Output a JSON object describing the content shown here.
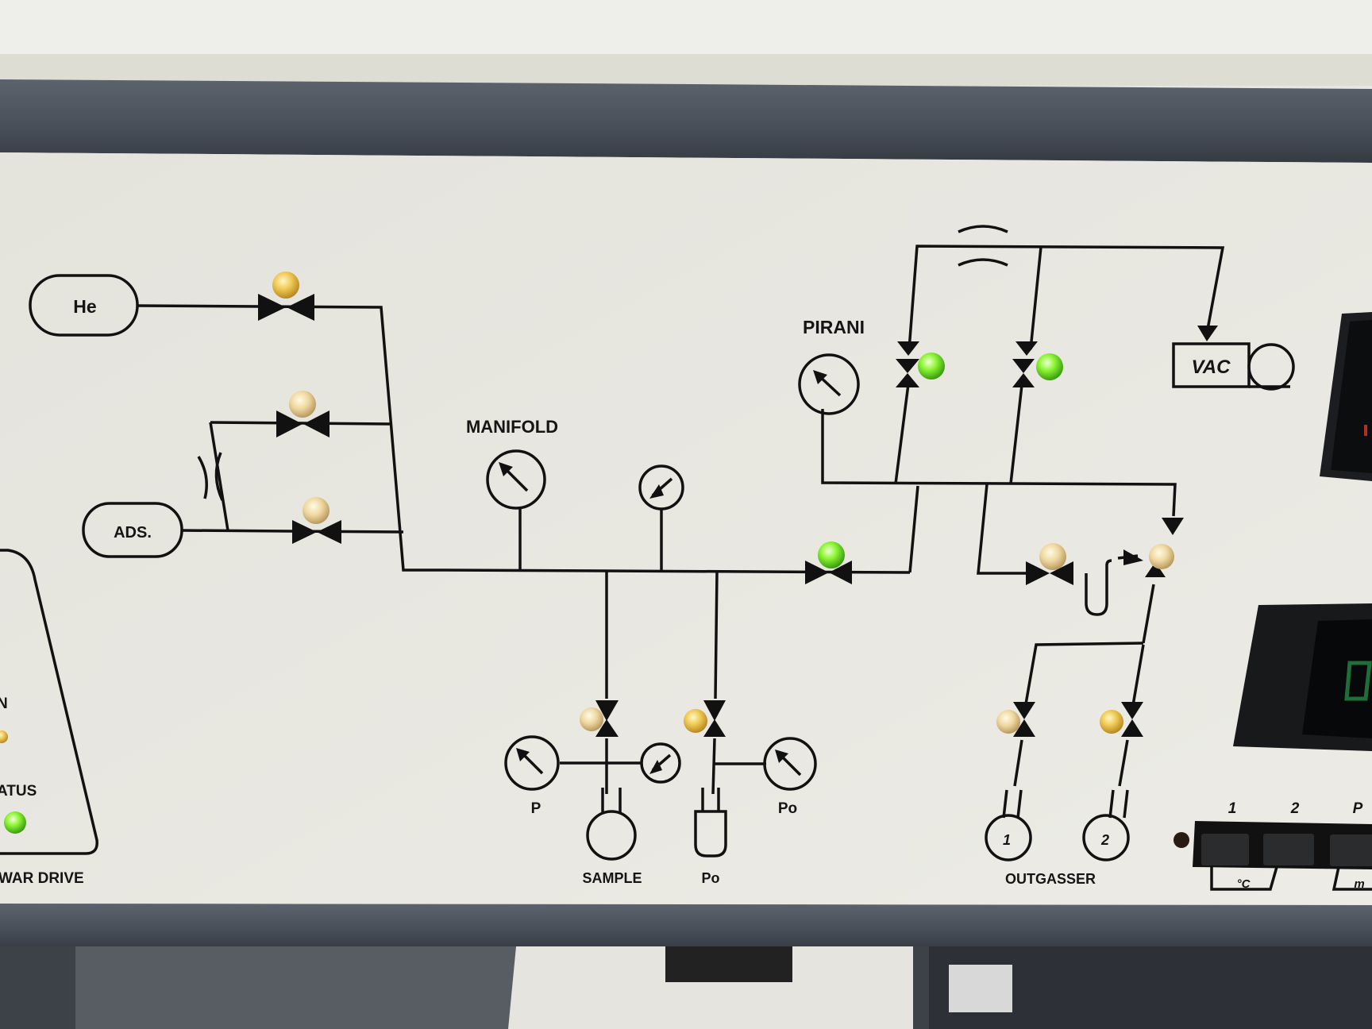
{
  "labels": {
    "he": "He",
    "ads": "ADS.",
    "manifold": "MANIFOLD",
    "pirani": "PIRANI",
    "vac": "VAC",
    "p": "P",
    "po_right": "Po",
    "sample": "SAMPLE",
    "po_bottom": "Po",
    "outgasser": "OUTGASSER",
    "outgasser_1": "1",
    "outgasser_2": "2",
    "left_partial_n": "N",
    "left_partial_status": "ATUS",
    "left_partial_drive": "WAR DRIVE",
    "button_1": "1",
    "button_2": "2",
    "button_p": "P",
    "unit_c": "°C",
    "unit_m": "m"
  },
  "indicator_colors": {
    "amber": "#e8c24a",
    "amber_pale": "#f0d58c",
    "green": "#7ef22c",
    "panel": "#e9e8e1",
    "bezel": "#4b525c"
  }
}
